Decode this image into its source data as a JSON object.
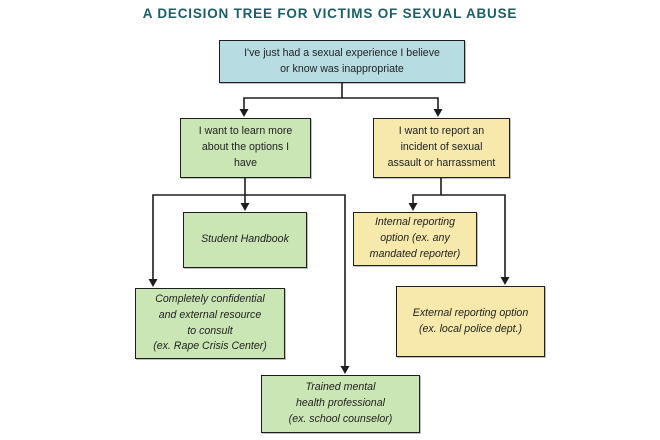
{
  "title": "A DECISION TREE FOR VICTIMS OF SEXUAL ABUSE",
  "colors": {
    "title": "#1a5f68",
    "box-blue": "#b7dde3",
    "box-green": "#cbe6b5",
    "box-yellow": "#f6e9ab",
    "line": "#1e1e1e",
    "text": "#222222"
  },
  "nodes": {
    "root": {
      "text": "I've just had a sexual experience I believe\nor know was inappropriate"
    },
    "learn_options": {
      "text": "I want to learn more\nabout the options I\nhave"
    },
    "report_incident": {
      "text": "I want to report an\nincident of sexual\nassault or harrassment"
    },
    "student_handbook": {
      "text": "Student Handbook"
    },
    "internal_reporting": {
      "text": "Internal reporting\noption (ex. any\nmandated reporter)"
    },
    "confidential_resource": {
      "text": "Completely confidential\nand external resource\nto consult\n(ex. Rape Crisis Center)"
    },
    "external_reporting": {
      "text": "External reporting option\n(ex. local police dept.)"
    },
    "mental_health": {
      "text": "Trained mental\nhealth professional\n(ex. school counselor)"
    }
  }
}
